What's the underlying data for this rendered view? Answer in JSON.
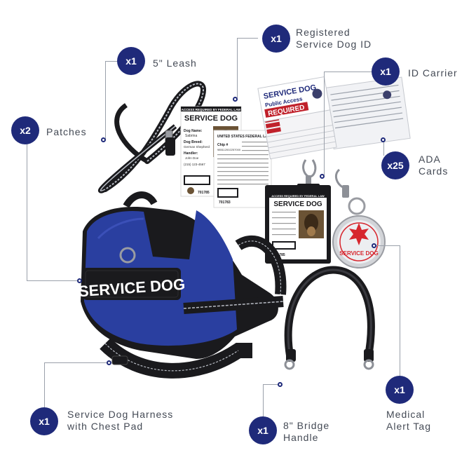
{
  "callouts": {
    "leash": {
      "qty": "x1",
      "label": "5\" Leash"
    },
    "registered_id": {
      "qty": "x1",
      "label_lines": [
        "Registered",
        "Service Dog ID"
      ]
    },
    "id_carrier": {
      "qty": "x1",
      "label": "ID Carrier"
    },
    "patches": {
      "qty": "x2",
      "label": "Patches"
    },
    "ada_cards": {
      "qty": "x25",
      "label_lines": [
        "ADA",
        "Cards"
      ]
    },
    "harness": {
      "qty": "x1",
      "label_lines": [
        "Service Dog Harness",
        "with Chest Pad"
      ]
    },
    "bridge_handle": {
      "qty": "x1",
      "label_lines": [
        "8\" Bridge",
        "Handle"
      ]
    },
    "medical_tag": {
      "qty": "x1",
      "label_lines": [
        "Medical",
        "Alert Tag"
      ]
    }
  },
  "harness_patch_text": "SERVICE DOG",
  "id_card": {
    "header": "ACCESS REQUIRED BY FEDERAL LAW",
    "title": "SERVICE DOG",
    "name_label": "Dog Name:",
    "name_value": "Sabrina",
    "breed_label": "Dog Breed:",
    "breed_value": "German Shepherd",
    "handler_label": "Handler:",
    "handler_value": "John Doe",
    "phone": "(215) 123-4567",
    "number": "701785"
  },
  "id_back": {
    "header": "UNITED STATES FEDERAL LAW",
    "chip_label": "Chip #",
    "chip_value": "985112002257000",
    "number": "701783"
  },
  "carrier_card": {
    "header": "ACCESS REQUIRED BY FEDERAL LAW",
    "title": "SERVICE DOG",
    "number": "701785"
  },
  "ada_card": {
    "title": "SERVICE DOG",
    "line2": "Public Access",
    "line3": "REQUIRED"
  },
  "medical_tag_text": "SERVICE DOG",
  "colors": {
    "badge": "#1f2a7a",
    "harness_blue": "#2a3fa0",
    "harness_black": "#1a1a1d",
    "reflective": "#b8bcc4",
    "ada_red": "#c0202a",
    "tag_red": "#d7262e"
  }
}
